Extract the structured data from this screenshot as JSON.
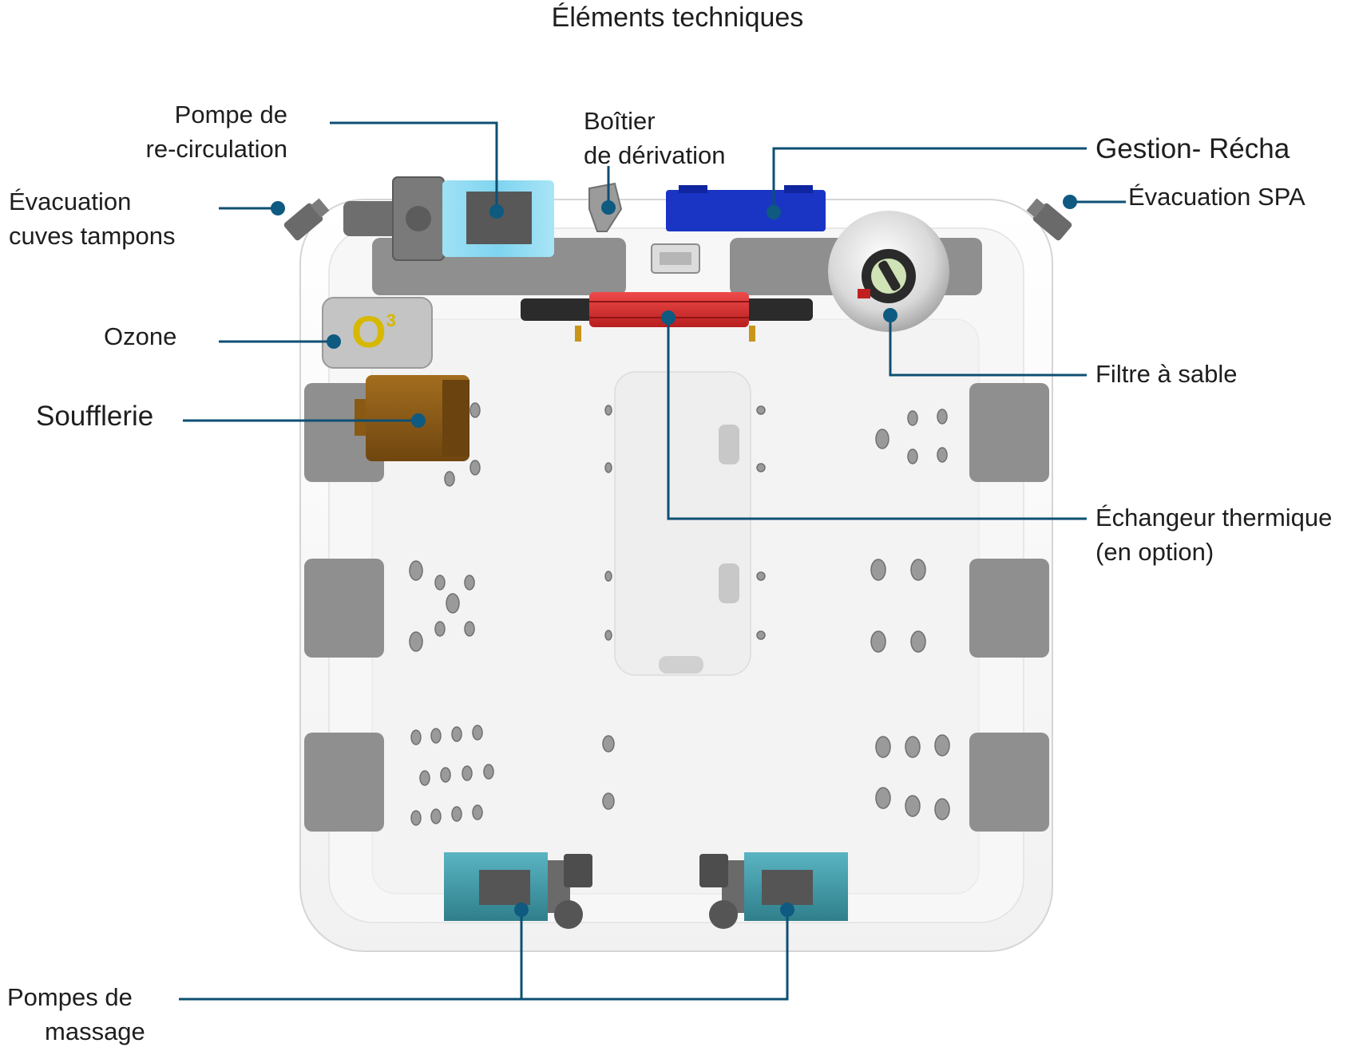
{
  "title": "Éléments techniques",
  "colors": {
    "leader": "#0e4f73",
    "dot": "#0e5a80",
    "shell": "#fbfbfb",
    "headrest": "#8f8f8f",
    "heater": "#d82d2d",
    "controller": "#1a35c4",
    "recirc_pump": "#7ed1ee",
    "massage_pump": "#3f9aa8",
    "blower": "#8a5a14",
    "ozone_text": "#d6b800"
  },
  "ozone_symbol": {
    "main": "O",
    "sup": "3"
  },
  "labels": {
    "pompe_recirc": {
      "line1": "Pompe de",
      "line2": "re-circulation"
    },
    "boitier": {
      "line1": "Boîtier",
      "line2": "de dérivation"
    },
    "gestion": "Gestion- Récha",
    "evac_cuves": {
      "line1": "Évacuation",
      "line2": "cuves tampons"
    },
    "evac_spa": "Évacuation SPA",
    "ozone": "Ozone",
    "soufflerie": "Soufflerie",
    "filtre": "Filtre à sable",
    "echangeur": {
      "line1": "Échangeur thermique",
      "line2": "(en option)"
    },
    "pompes_massage": {
      "line1": "Pompes de",
      "line2": "massage"
    }
  }
}
